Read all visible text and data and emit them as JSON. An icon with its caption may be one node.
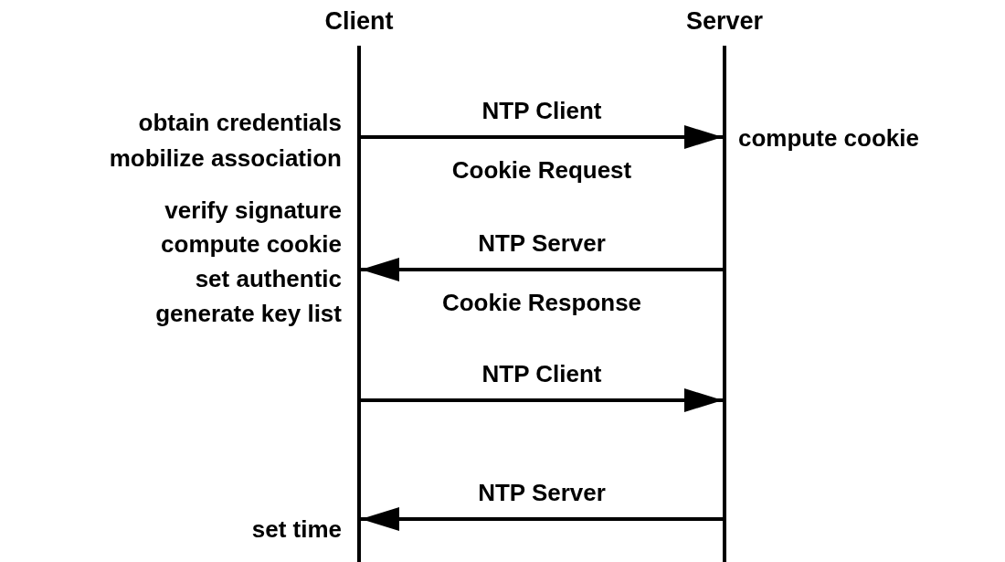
{
  "diagram": {
    "nodes": [
      {
        "text": [
          "Client"
        ]
      },
      {
        "text": [
          "Server"
        ]
      }
    ],
    "edges": [
      {
        "from": 0,
        "to": 1,
        "arrow": "to",
        "label": "NTP Client"
      },
      {
        "from": 1,
        "to": 0,
        "arrow": "to",
        "label": "NTP Server"
      },
      {
        "from": 0,
        "to": 1,
        "arrow": "to",
        "label": "NTP Client"
      },
      {
        "from": 1,
        "to": 0,
        "arrow": "to",
        "label": "NTP Server"
      }
    ],
    "labels": [
      "obtain credentials",
      "mobilize association",
      "compute cookie",
      "Cookie Request",
      "verify signature",
      "compute cookie",
      "set authentic",
      "generate key list",
      "Cookie Response",
      "set time"
    ]
  }
}
